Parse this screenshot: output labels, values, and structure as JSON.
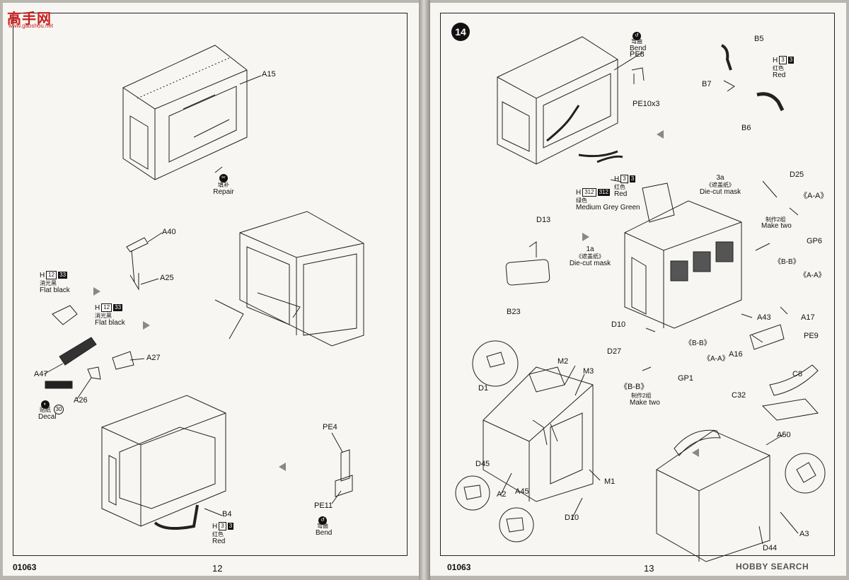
{
  "watermark": {
    "site": "高手网",
    "site_sub": "www.gaoshou.net",
    "corner": "HOBBY SEARCH"
  },
  "left_page": {
    "code": "01063",
    "page_number": "12",
    "labels": {
      "A15": "A15",
      "A40": "A40",
      "A25": "A25",
      "A27": "A27",
      "A47": "A47",
      "A26": "A26",
      "PE4": "PE4",
      "PE11": "PE11",
      "B4": "B4"
    },
    "repair": {
      "cn": "填补",
      "en": "Repair"
    },
    "paint1": {
      "h": "H",
      "w": "12",
      "b": "33",
      "cn": "消光黑",
      "en": "Flat black"
    },
    "paint2": {
      "h": "H",
      "w": "12",
      "b": "33",
      "cn": "消光黑",
      "en": "Flat black"
    },
    "decal": {
      "cn": "贴纸",
      "en": "Decal",
      "num": "30"
    },
    "bend": {
      "cn": "弯曲",
      "en": "Bend"
    },
    "paint_red": {
      "h": "H",
      "w": "3",
      "b": "3",
      "cn": "红色",
      "en": "Red"
    }
  },
  "right_page": {
    "code": "01063",
    "page_number": "13",
    "step": "14",
    "bend": {
      "cn": "弯曲",
      "en": "Bend"
    },
    "labels": {
      "PE8": "PE8",
      "PE10x3": "PE10x3",
      "B5": "B5",
      "B7": "B7",
      "B6": "B6",
      "D13": "D13",
      "B23": "B23",
      "D25": "D25",
      "GP6": "GP6",
      "A43": "A43",
      "A17": "A17",
      "D10a": "D10",
      "A16": "A16",
      "PE9": "PE9",
      "D27": "D27",
      "GP1": "GP1",
      "D1": "D1",
      "M2": "M2",
      "M3": "M3",
      "C8": "C8",
      "C32": "C32",
      "A50": "A50",
      "D45": "D45",
      "A2": "A2",
      "A45": "A45",
      "M1": "M1",
      "D10b": "D10",
      "A3": "A3",
      "D44": "D44"
    },
    "paint_red_top": {
      "h": "H",
      "w": "3",
      "b": "3",
      "cn": "红色",
      "en": "Red"
    },
    "paint_red_mid": {
      "h": "H",
      "w": "3",
      "b": "3",
      "cn": "红色",
      "en": "Red"
    },
    "paint_grey": {
      "h": "H",
      "w": "312",
      "b": "312",
      "cn": "绿色",
      "en": "Medium Grey Green"
    },
    "mask_3a": {
      "num": "3a",
      "cn": "《遮盖纸》",
      "en": "Die-cut mask"
    },
    "mask_1a": {
      "num": "1a",
      "cn": "《遮盖纸》",
      "en": "Die-cut mask"
    },
    "section_AA_top": "《A-A》",
    "make_two_top": {
      "cn": "制作2组",
      "en": "Make two"
    },
    "section_BB_1": "《B-B》",
    "section_AA_2": "《A-A》",
    "section_BB_2": "《B-B》",
    "section_AA_3": "《A-A》",
    "section_BB_3": "《B-B》",
    "make_two_mid": {
      "cn": "制作2组",
      "en": "Make two"
    }
  }
}
